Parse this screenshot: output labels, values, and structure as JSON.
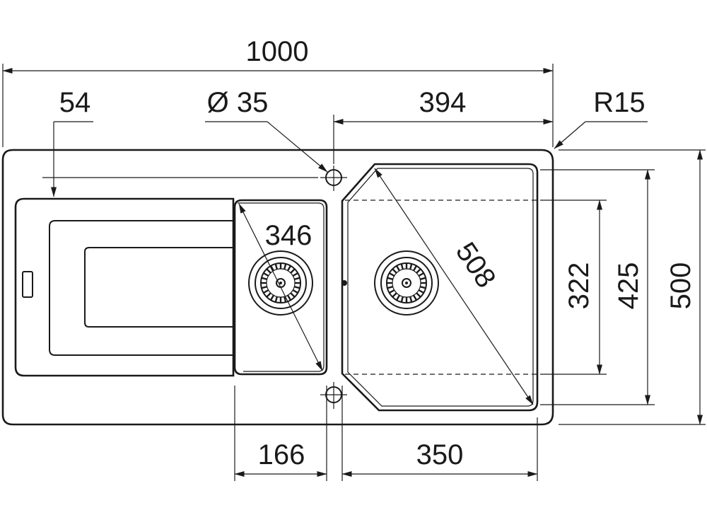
{
  "dimensions": {
    "total_width": "1000",
    "drainer_offset": "54",
    "tap_hole": "Ø 35",
    "main_bowl_width_top": "394",
    "corner_radius": "R15",
    "small_bowl_diagonal": "346",
    "main_bowl_diagonal": "508",
    "bowl_depth_inner": "322",
    "bowl_depth_outer": "425",
    "total_depth": "500",
    "small_bowl_width": "166",
    "main_bowl_width": "350"
  }
}
